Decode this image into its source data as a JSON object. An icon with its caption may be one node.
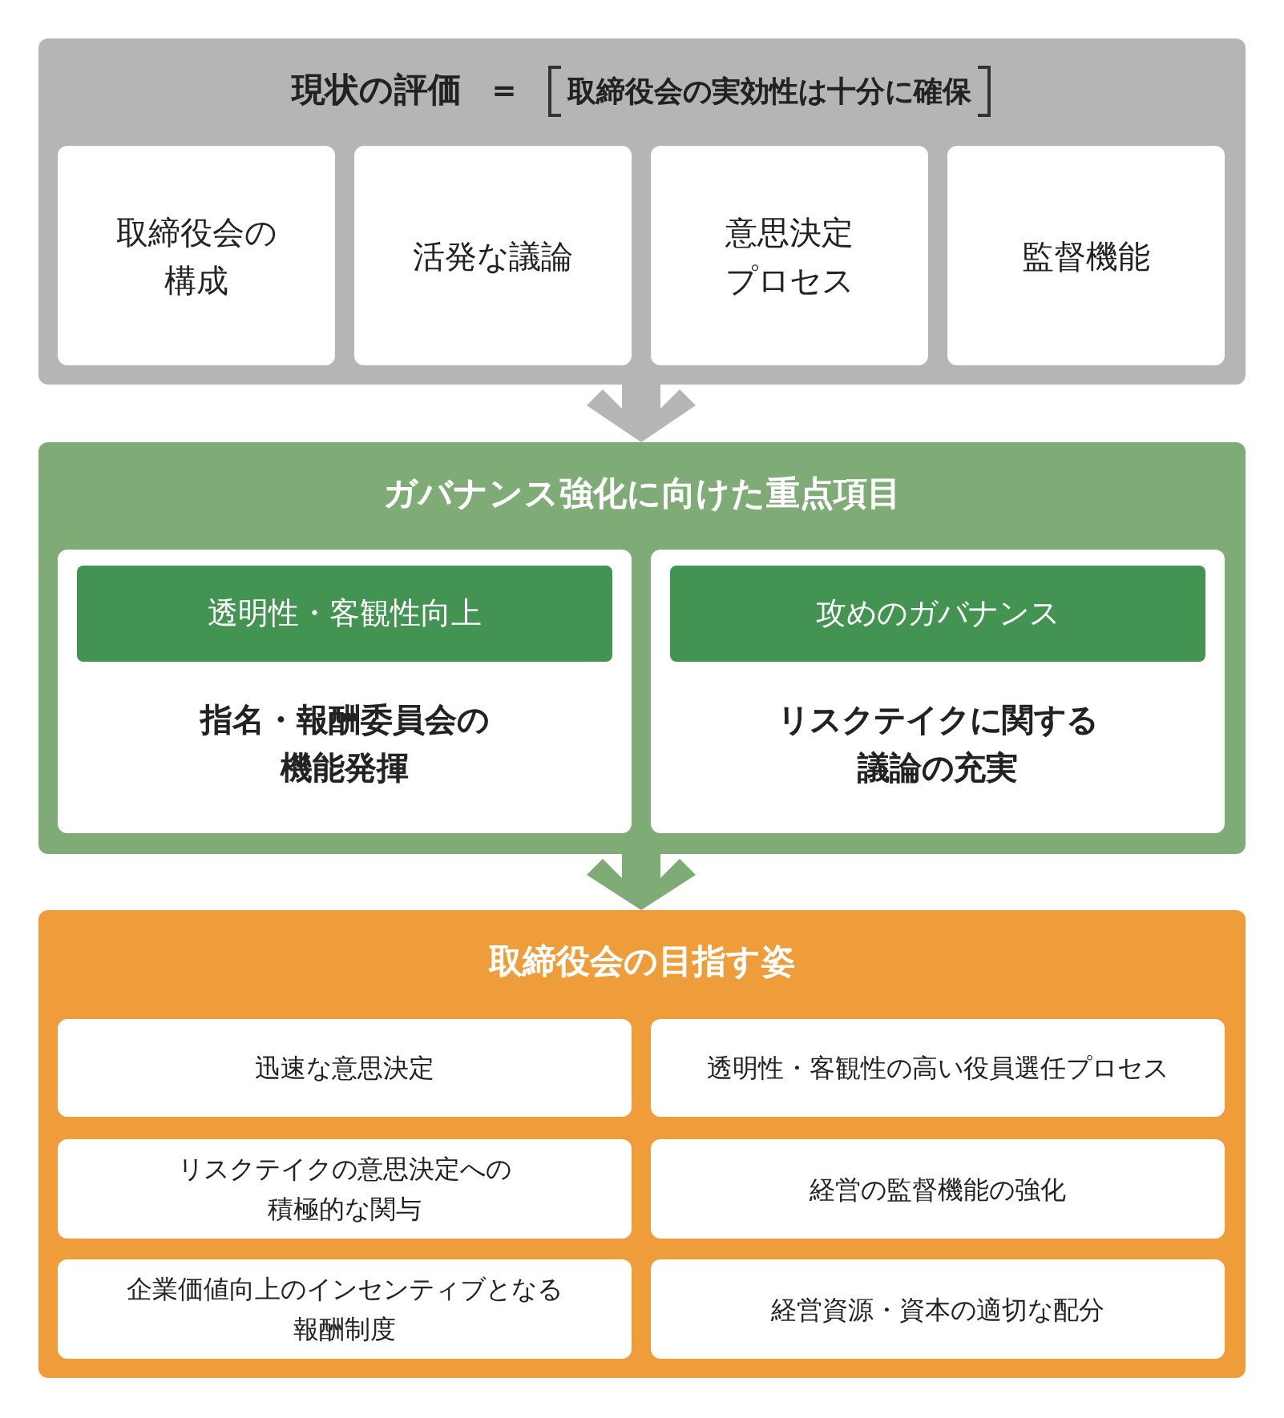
{
  "diagram": {
    "nodes": [
      {
        "text": [
          "現状の評価",
          "＝",
          "取締役会の実効性は十分に確保"
        ]
      },
      {
        "text": [
          "取締役会の構成"
        ],
        "in": 0
      },
      {
        "text": [
          "活発な議論"
        ],
        "in": 0
      },
      {
        "text": [
          "意思決定プロセス"
        ],
        "in": 0
      },
      {
        "text": [
          "監督機能"
        ],
        "in": 0
      },
      {
        "text": [
          "ガバナンス強化に向けた重点項目"
        ]
      },
      {
        "text": [
          "指名・報酬委員会の機能発揮"
        ],
        "in": 5
      },
      {
        "text": [
          "透明性・客観性向上"
        ],
        "in": 6
      },
      {
        "text": [
          "リスクテイクに関する議論の充実"
        ],
        "in": 5
      },
      {
        "text": [
          "攻めのガバナンス"
        ],
        "in": 8
      },
      {
        "text": [
          "取締役会の目指す姿"
        ]
      },
      {
        "text": [
          "迅速な意思決定"
        ],
        "in": 10
      },
      {
        "text": [
          "透明性・客観性の高い役員選任プロセス"
        ],
        "in": 10
      },
      {
        "text": [
          "リスクテイクの意思決定への積極的な関与"
        ],
        "in": 10
      },
      {
        "text": [
          "経営の監督機能の強化"
        ],
        "in": 10
      },
      {
        "text": [
          "企業価値向上のインセンティブとなる報酬制度"
        ],
        "in": 10
      },
      {
        "text": [
          "経営資源・資本の適切な配分"
        ],
        "in": 10
      }
    ],
    "edges": [
      {
        "from": 0,
        "to": 5,
        "arrow": "to",
        "color": "#b5b5b5"
      },
      {
        "from": 5,
        "to": 10,
        "arrow": "to",
        "color": "#7eab76"
      }
    ]
  }
}
